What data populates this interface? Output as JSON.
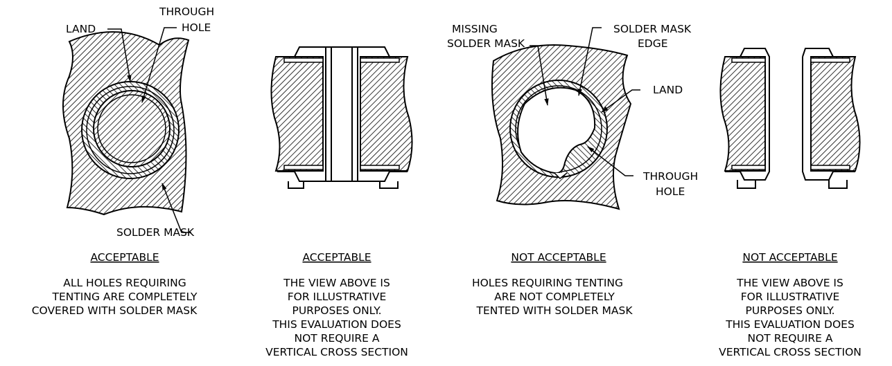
{
  "callouts": {
    "land_1": "LAND",
    "through_hole_1": [
      "THROUGH",
      "HOLE"
    ],
    "solder_mask_1": "SOLDER MASK",
    "missing_solder_mask": [
      "MISSING",
      "SOLDER MASK"
    ],
    "solder_mask_edge": [
      "SOLDER MASK",
      "EDGE"
    ],
    "land_2": "LAND",
    "through_hole_2": [
      "THROUGH",
      "HOLE"
    ]
  },
  "panels": [
    {
      "title": "ACCEPTABLE",
      "caption": [
        "ALL HOLES REQUIRING",
        "TENTING ARE COMPLETELY",
        "COVERED WITH SOLDER MASK"
      ]
    },
    {
      "title": "ACCEPTABLE",
      "caption": [
        "THE VIEW ABOVE IS",
        "FOR ILLUSTRATIVE",
        "PURPOSES ONLY.",
        "THIS EVALUATION DOES",
        "NOT REQUIRE A",
        "VERTICAL CROSS SECTION"
      ]
    },
    {
      "title": "NOT ACCEPTABLE",
      "caption": [
        "HOLES REQUIRING TENTING",
        "ARE NOT COMPLETELY",
        "TENTED WITH SOLDER MASK"
      ]
    },
    {
      "title": "NOT ACCEPTABLE",
      "caption": [
        "THE VIEW ABOVE IS",
        "FOR ILLUSTRATIVE",
        "PURPOSES ONLY.",
        "THIS EVALUATION DOES",
        "NOT REQUIRE A",
        "VERTICAL CROSS SECTION"
      ]
    }
  ]
}
